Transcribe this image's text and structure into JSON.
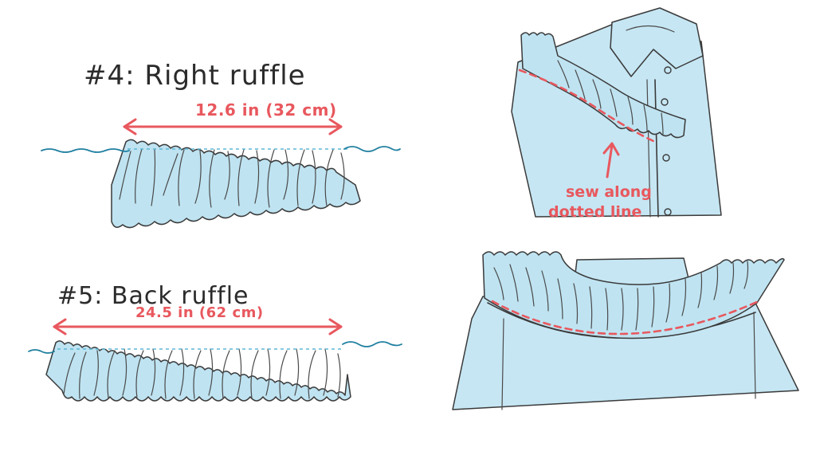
{
  "ruffle_right": {
    "title": "#4: Right ruffle",
    "measurement": "12.6 in (32 cm)"
  },
  "ruffle_back": {
    "title": "#5: Back ruffle",
    "measurement": "24.5 in (62 cm)"
  },
  "instruction": {
    "line1": "sew along",
    "line2": "dotted line"
  },
  "colors": {
    "fabric": "#bfe3f1",
    "measure_red": "#e8585e",
    "thread": "#1f7fa0"
  }
}
